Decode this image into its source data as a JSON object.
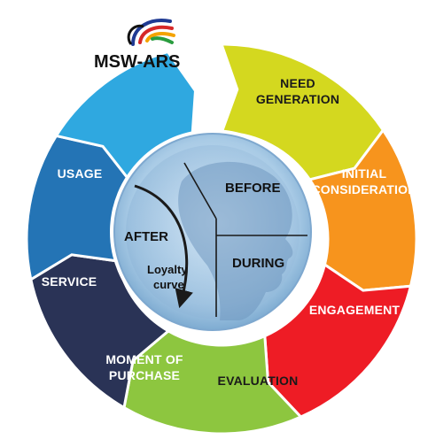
{
  "logo": {
    "text": "MSW-ARS",
    "swoosh_colors": [
      "#1f3a93",
      "#d62828",
      "#f4a300",
      "#2a9d3f"
    ]
  },
  "segments": [
    {
      "id": "need-generation",
      "lines": [
        "NEED",
        "GENERATION"
      ],
      "color": "#d4d81f",
      "text_color": "#1a1a1a"
    },
    {
      "id": "initial-consideration",
      "lines": [
        "INITIAL",
        "CONSIDERATION"
      ],
      "color": "#f7941d",
      "text_color": "#ffffff"
    },
    {
      "id": "engagement",
      "lines": [
        "ENGAGEMENT"
      ],
      "color": "#ee1c25",
      "text_color": "#ffffff"
    },
    {
      "id": "evaluation",
      "lines": [
        "EVALUATION"
      ],
      "color": "#8dc63f",
      "text_color": "#1a1a1a"
    },
    {
      "id": "moment-of-purchase",
      "lines": [
        "MOMENT OF",
        "PURCHASE"
      ],
      "color": "#2a3356",
      "text_color": "#ffffff"
    },
    {
      "id": "service",
      "lines": [
        "SERVICE"
      ],
      "color": "#2474b5",
      "text_color": "#ffffff"
    },
    {
      "id": "usage",
      "lines": [
        "USAGE"
      ],
      "color": "#2fa8e0",
      "text_color": "#ffffff"
    }
  ],
  "center": {
    "before": "BEFORE",
    "during": "DURING",
    "after": "AFTER",
    "loyalty_line1": "Loyalty",
    "loyalty_line2": "curve"
  }
}
